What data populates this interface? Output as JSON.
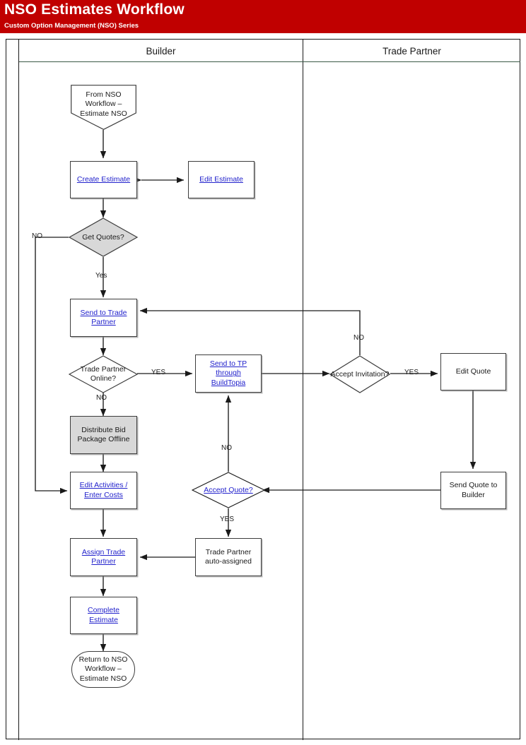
{
  "banner": {
    "title": "NSO Estimates Workflow",
    "subtitle": "Custom Option Management (NSO) Series",
    "bg_color": "#c00000",
    "text_color": "#ffffff"
  },
  "lanes": [
    {
      "name": "builder",
      "label": "Builder"
    },
    {
      "name": "trade-partner",
      "label": "Trade Partner"
    }
  ],
  "colors": {
    "link_text": "#2222cc",
    "shape_stroke": "#3c3c3c",
    "shaded_fill": "#d8d8d8",
    "frame_stroke": "#1a1a1a",
    "lane_rule": "#3a5a46"
  },
  "chart_data": {
    "type": "diagram",
    "title": "NSO Estimates Workflow",
    "subtitle": "Custom Option Management (NSO) Series",
    "lanes": [
      "Builder",
      "Trade Partner"
    ],
    "nodes": [
      {
        "id": "from-nso",
        "lane": "Builder",
        "shape": "offpage-connector",
        "label": "From NSO Workflow – Estimate NSO",
        "link": false,
        "shaded": false
      },
      {
        "id": "create-estimate",
        "lane": "Builder",
        "shape": "process",
        "label": "Create Estimate",
        "link": true,
        "shaded": false
      },
      {
        "id": "edit-estimate",
        "lane": "Builder",
        "shape": "process",
        "label": "Edit Estimate",
        "link": true,
        "shaded": false
      },
      {
        "id": "get-quotes",
        "lane": "Builder",
        "shape": "decision",
        "label": "Get Quotes?",
        "link": false,
        "shaded": true
      },
      {
        "id": "send-to-tp",
        "lane": "Builder",
        "shape": "process",
        "label": "Send to Trade Partner",
        "link": true,
        "shaded": false
      },
      {
        "id": "tp-online",
        "lane": "Builder",
        "shape": "decision",
        "label": "Trade Partner Online?",
        "link": false,
        "shaded": false
      },
      {
        "id": "send-tp-bt",
        "lane": "Builder",
        "shape": "process",
        "label": "Send to TP through BuildTopia",
        "link": true,
        "shaded": false
      },
      {
        "id": "distribute-bid",
        "lane": "Builder",
        "shape": "process",
        "label": "Distribute Bid Package Offline",
        "link": false,
        "shaded": true
      },
      {
        "id": "accept-inv",
        "lane": "Trade Partner",
        "shape": "decision",
        "label": "Accept Invitation?",
        "link": false,
        "shaded": false
      },
      {
        "id": "edit-quote",
        "lane": "Trade Partner",
        "shape": "process",
        "label": "Edit Quote",
        "link": false,
        "shaded": false
      },
      {
        "id": "send-quote",
        "lane": "Trade Partner",
        "shape": "process",
        "label": "Send Quote to Builder",
        "link": false,
        "shaded": false
      },
      {
        "id": "accept-quote",
        "lane": "Builder",
        "shape": "decision",
        "label": "Accept Quote?",
        "link": true,
        "shaded": false
      },
      {
        "id": "edit-activities",
        "lane": "Builder",
        "shape": "process",
        "label": "Edit Activities / Enter Costs",
        "link": true,
        "shaded": false
      },
      {
        "id": "tp-auto",
        "lane": "Builder",
        "shape": "process",
        "label": "Trade Partner auto-assigned",
        "link": false,
        "shaded": false
      },
      {
        "id": "assign-tp",
        "lane": "Builder",
        "shape": "process",
        "label": "Assign Trade Partner",
        "link": true,
        "shaded": false
      },
      {
        "id": "complete-est",
        "lane": "Builder",
        "shape": "process",
        "label": "Complete Estimate",
        "link": true,
        "shaded": false
      },
      {
        "id": "return-nso",
        "lane": "Builder",
        "shape": "terminator",
        "label": "Return to NSO Workflow – Estimate NSO",
        "link": false,
        "shaded": false
      }
    ],
    "edges": [
      {
        "from": "from-nso",
        "to": "create-estimate",
        "label": ""
      },
      {
        "from": "create-estimate",
        "to": "edit-estimate",
        "label": "",
        "bidirectional": true
      },
      {
        "from": "create-estimate",
        "to": "get-quotes",
        "label": ""
      },
      {
        "from": "get-quotes",
        "to": "edit-activities",
        "label": "NO"
      },
      {
        "from": "get-quotes",
        "to": "send-to-tp",
        "label": "Yes"
      },
      {
        "from": "send-to-tp",
        "to": "tp-online",
        "label": ""
      },
      {
        "from": "tp-online",
        "to": "send-tp-bt",
        "label": "YES"
      },
      {
        "from": "tp-online",
        "to": "distribute-bid",
        "label": "NO"
      },
      {
        "from": "send-tp-bt",
        "to": "accept-inv",
        "label": ""
      },
      {
        "from": "accept-inv",
        "to": "edit-quote",
        "label": "YES"
      },
      {
        "from": "accept-inv",
        "to": "send-to-tp",
        "label": "NO"
      },
      {
        "from": "edit-quote",
        "to": "send-quote",
        "label": ""
      },
      {
        "from": "send-quote",
        "to": "accept-quote",
        "label": ""
      },
      {
        "from": "accept-quote",
        "to": "send-tp-bt",
        "label": "NO"
      },
      {
        "from": "accept-quote",
        "to": "tp-auto",
        "label": "YES"
      },
      {
        "from": "distribute-bid",
        "to": "edit-activities",
        "label": ""
      },
      {
        "from": "edit-activities",
        "to": "assign-tp",
        "label": ""
      },
      {
        "from": "tp-auto",
        "to": "assign-tp",
        "label": ""
      },
      {
        "from": "assign-tp",
        "to": "complete-est",
        "label": ""
      },
      {
        "from": "complete-est",
        "to": "return-nso",
        "label": ""
      }
    ],
    "edge_labels": [
      "NO",
      "Yes",
      "YES",
      "NO",
      "NO",
      "YES",
      "NO",
      "YES"
    ]
  }
}
